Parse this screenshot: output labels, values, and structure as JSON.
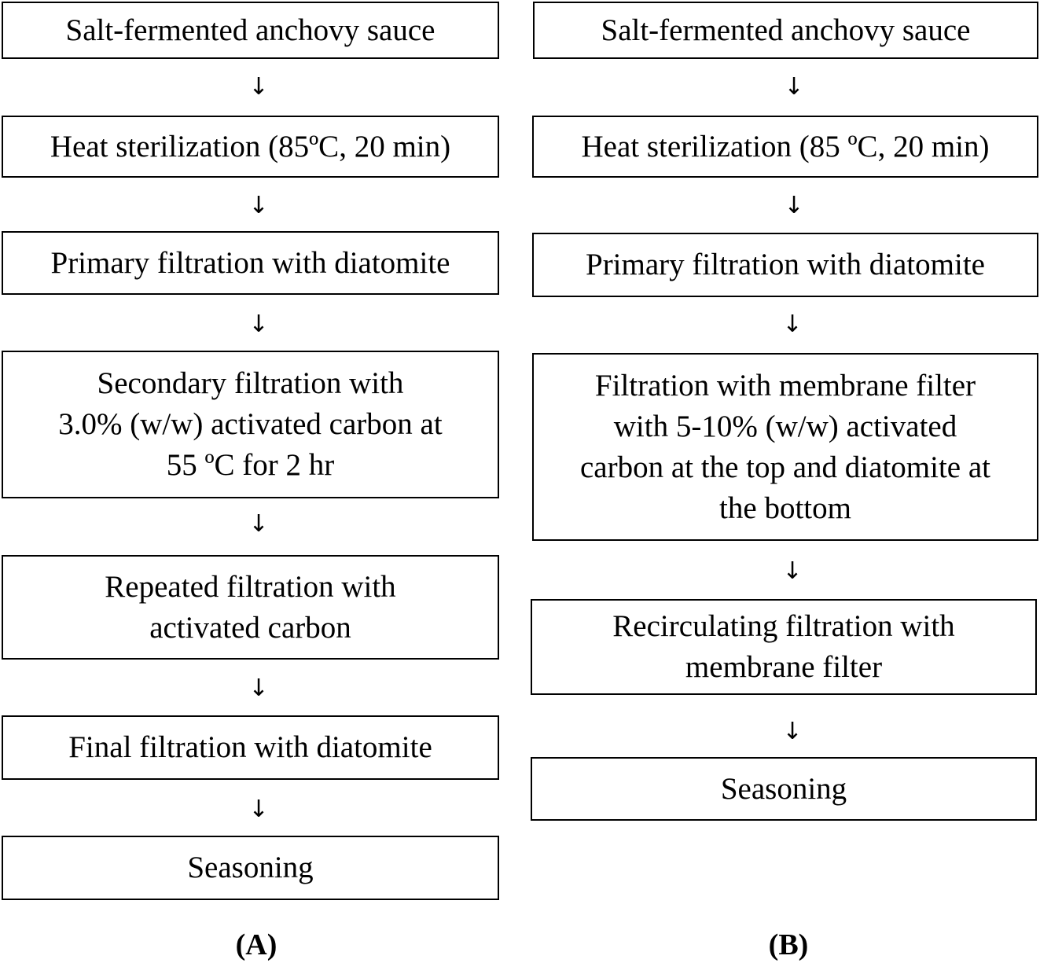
{
  "flowchart_a": {
    "caption": "(A)",
    "arrow_glyph": "↓",
    "steps": [
      "Salt-fermented anchovy sauce",
      "Heat sterilization (85ºC, 20 min)",
      "Primary filtration with diatomite",
      "Secondary filtration with\n3.0% (w/w) activated carbon at\n55 ºC for 2 hr",
      "Repeated filtration with\nactivated carbon",
      "Final filtration with diatomite",
      "Seasoning"
    ]
  },
  "flowchart_b": {
    "caption": "(B)",
    "arrow_glyph": "↓",
    "steps": [
      "Salt-fermented anchovy sauce",
      "Heat sterilization (85 ºC, 20 min)",
      "Primary filtration with diatomite",
      "Filtration with membrane filter\nwith 5-10% (w/w) activated\ncarbon at the top and diatomite at\nthe bottom",
      "Recirculating filtration with\nmembrane filter",
      "Seasoning"
    ]
  }
}
